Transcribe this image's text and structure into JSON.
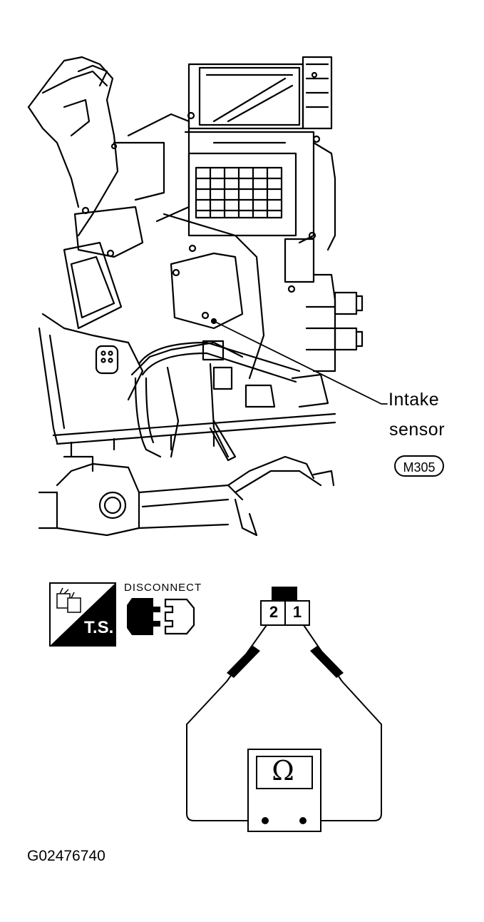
{
  "figure": {
    "callout_label_line1": "Intake",
    "callout_label_line2": "sensor",
    "connector_code": "M305",
    "disconnect_label": "DISCONNECT",
    "tool_badge": "T.S.",
    "pin_left": "2",
    "pin_right": "1",
    "meter_symbol": "Ω",
    "figure_id": "G02476740"
  },
  "icons": [
    "ts-tool-icon",
    "disconnect-connector-icon",
    "ohmmeter-icon",
    "probe-icon"
  ]
}
